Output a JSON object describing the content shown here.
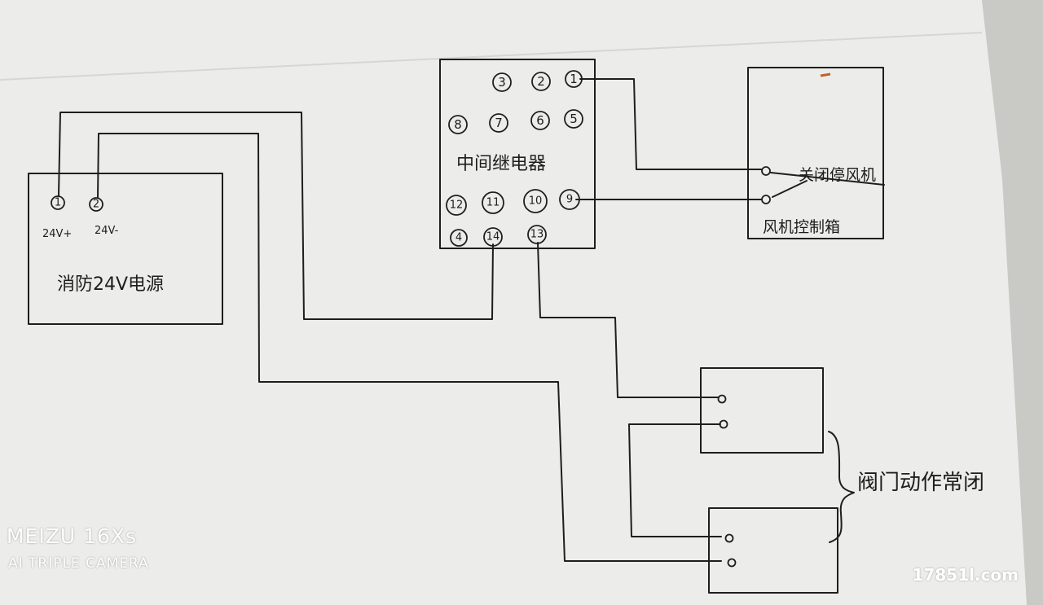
{
  "power_supply": {
    "title": "消防24V电源",
    "terminal_1": "1",
    "terminal_2": "2",
    "terminal_1_label": "24V+",
    "terminal_2_label": "24V-"
  },
  "relay": {
    "title": "中间继电器",
    "terminals_top": [
      "3",
      "2",
      "1"
    ],
    "terminals_row2": [
      "8",
      "7",
      "6",
      "5"
    ],
    "terminals_row3": [
      "12",
      "11",
      "10",
      "9"
    ],
    "terminals_bottom": [
      "4",
      "14",
      "13"
    ]
  },
  "fan_cabinet": {
    "contact_label": "关闭停风机",
    "bottom_label": "风机控制箱"
  },
  "damper": {
    "label": "阀门动作常闭"
  },
  "watermark": {
    "brand": "MEIZU 16Xs",
    "sub": "AI TRIPLE CAMERA",
    "site": "17851l.com"
  }
}
